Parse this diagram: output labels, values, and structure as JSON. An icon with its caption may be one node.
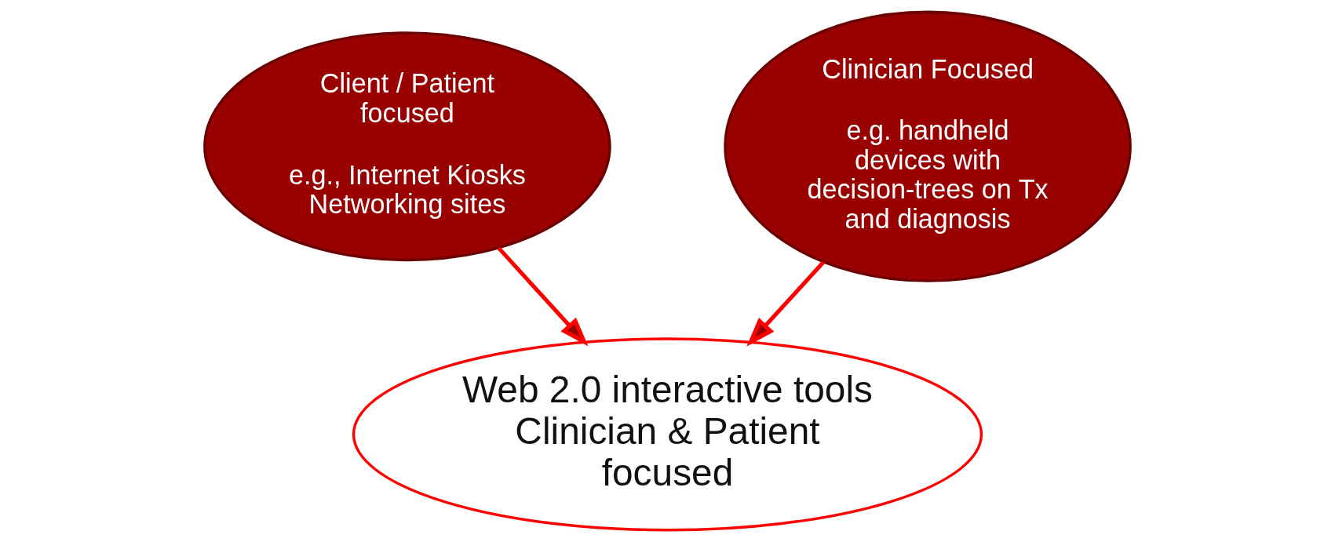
{
  "diagram": {
    "nodes": [
      {
        "text": [
          "Client / Patient focused",
          "e.g., Internet Kiosks Networking sites"
        ]
      },
      {
        "text": [
          "Clinician Focused",
          "e.g. handheld devices with decision-trees on Tx and diagnosis"
        ]
      },
      {
        "text": [
          "Web 2.0 interactive tools Clinician & Patient focused"
        ]
      }
    ],
    "edges": [
      {
        "from": 0,
        "to": 2,
        "arrow": "to"
      },
      {
        "from": 1,
        "to": 2,
        "arrow": "to"
      }
    ]
  }
}
